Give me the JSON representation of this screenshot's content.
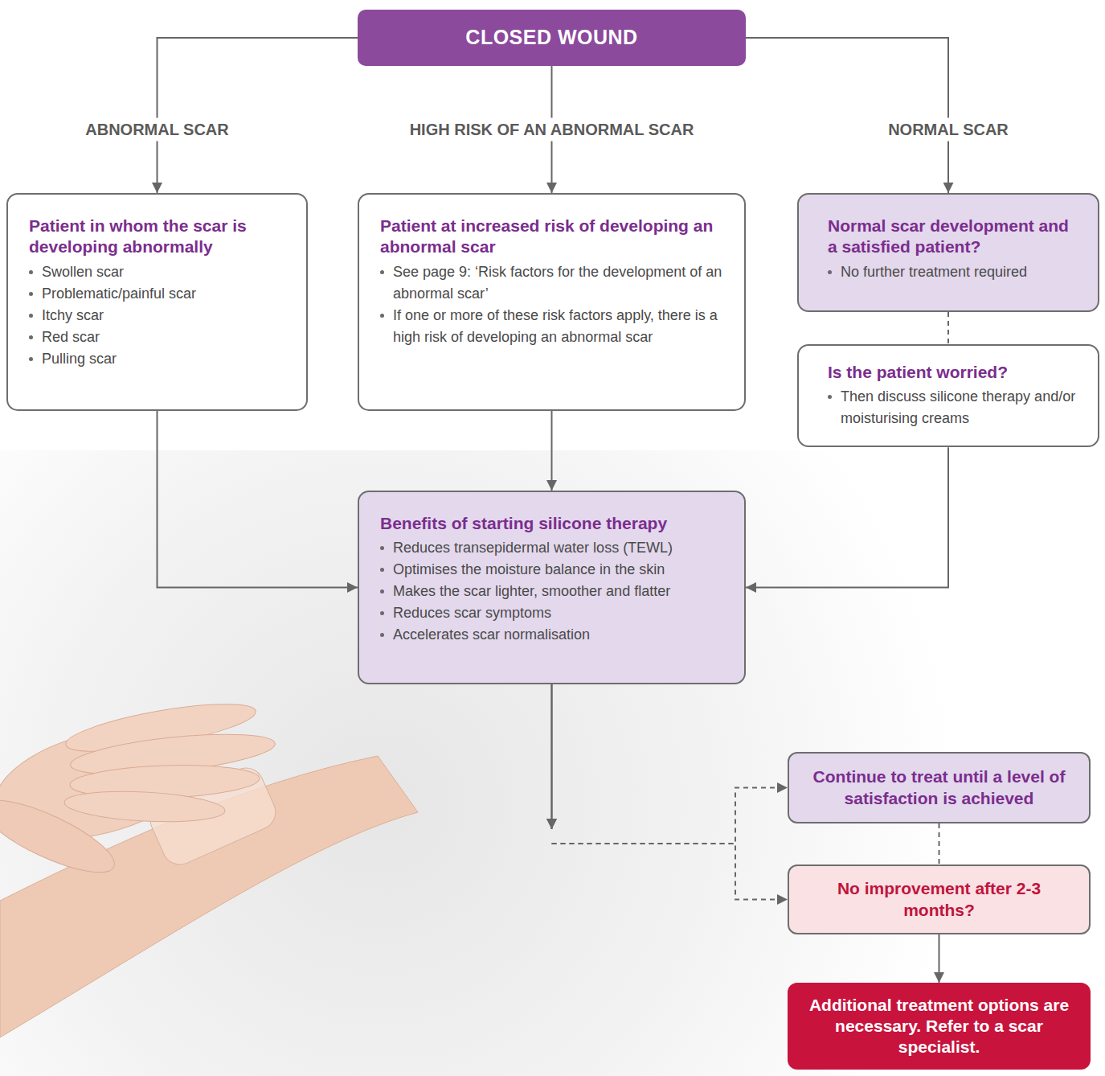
{
  "diagram": {
    "nodes": [
      {
        "text": [
          "CLOSED WOUND"
        ]
      },
      {
        "text": [
          "Patient in whom the scar is developing abnormally",
          "Swollen scar",
          "Problematic/painful scar",
          "Itchy scar",
          "Red scar",
          "Pulling scar"
        ]
      },
      {
        "text": [
          "Patient at increased risk of developing an abnormal scar",
          "See page 9: ‘Risk factors for the development of an abnormal scar’",
          "If one or more of these risk factors apply, there is a high risk of developing an abnormal scar"
        ]
      },
      {
        "text": [
          "Normal scar development and a satisfied patient?",
          "No further treatment required"
        ]
      },
      {
        "text": [
          "Is the patient worried?",
          "Then discuss silicone therapy and/or moisturising creams"
        ]
      },
      {
        "text": [
          "Benefits of starting silicone therapy",
          "Reduces transepidermal water loss (TEWL)",
          "Optimises the moisture balance in the skin",
          "Makes the scar lighter, smoother and flatter",
          "Reduces scar symptoms",
          "Accelerates scar normalisation"
        ]
      },
      {
        "text": [
          "Continue to treat until a level of satisfaction is achieved"
        ]
      },
      {
        "text": [
          "No improvement after 2-3 months?"
        ]
      },
      {
        "text": [
          "Additional treatment options are necessary. Refer to a scar specialist."
        ]
      }
    ],
    "edges": [
      {
        "from": 0,
        "to": 1,
        "label": "ABNORMAL SCAR",
        "arrow": "to"
      },
      {
        "from": 0,
        "to": 2,
        "label": "HIGH RISK OF AN ABNORMAL SCAR",
        "arrow": "to"
      },
      {
        "from": 0,
        "to": 3,
        "label": "NORMAL SCAR",
        "arrow": "to"
      },
      {
        "from": 3,
        "to": 4,
        "arrow": "none"
      },
      {
        "from": 1,
        "to": 5,
        "arrow": "to"
      },
      {
        "from": 2,
        "to": 5,
        "arrow": "to"
      },
      {
        "from": 4,
        "to": 5,
        "arrow": "to"
      },
      {
        "from": 5,
        "to": 6,
        "arrow": "to"
      },
      {
        "from": 5,
        "to": 7,
        "arrow": "to"
      },
      {
        "from": 6,
        "to": 7,
        "arrow": "none"
      },
      {
        "from": 7,
        "to": 8,
        "arrow": "to"
      }
    ]
  }
}
